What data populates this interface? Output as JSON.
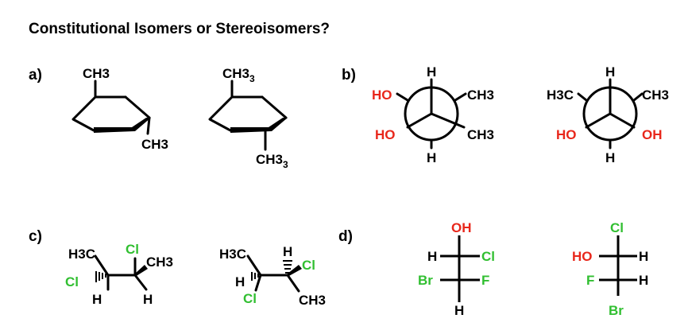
{
  "title": "Constitutional Isomers or Stereoisomers?",
  "parts": {
    "a": {
      "label": "a)",
      "left": {
        "top_group": "CH3",
        "side_group": "CH3"
      },
      "right": {
        "top_group": "CH3",
        "bottom_group": "CH3"
      }
    },
    "b": {
      "label": "b)",
      "left": {
        "front_top": "H",
        "front_left": "HO",
        "front_right_bottom": "CH3",
        "back_right_top": "CH3",
        "back_left_bottom": "HO",
        "back_bottom": "H"
      },
      "right": {
        "front_top": "H",
        "left_top": "H3C",
        "right_top": "CH3",
        "left_bottom": "HO",
        "right_bottom": "OH",
        "bottom": "H"
      }
    },
    "c": {
      "label": "c)",
      "left": {
        "methyl_left": "H3C",
        "cl_top": "Cl",
        "methyl_right": "CH3",
        "cl_left": "Cl",
        "h_left": "H",
        "h_right": "H"
      },
      "right": {
        "methyl_left": "H3C",
        "h_top": "H",
        "cl_right": "Cl",
        "h_left": "H",
        "cl_left": "Cl",
        "methyl_bottom": "CH3"
      }
    },
    "d": {
      "label": "d)",
      "left": {
        "top": "OH",
        "upper_left": "H",
        "upper_right": "Cl",
        "lower_left": "Br",
        "lower_right": "F",
        "bottom": "H"
      },
      "right": {
        "top": "Cl",
        "upper_left": "HO",
        "upper_right": "H",
        "lower_left": "F",
        "lower_right": "H",
        "bottom": "Br"
      }
    }
  },
  "colors": {
    "oxygen": "#e8271b",
    "halogen": "#31bf31",
    "bond": "#000000"
  }
}
